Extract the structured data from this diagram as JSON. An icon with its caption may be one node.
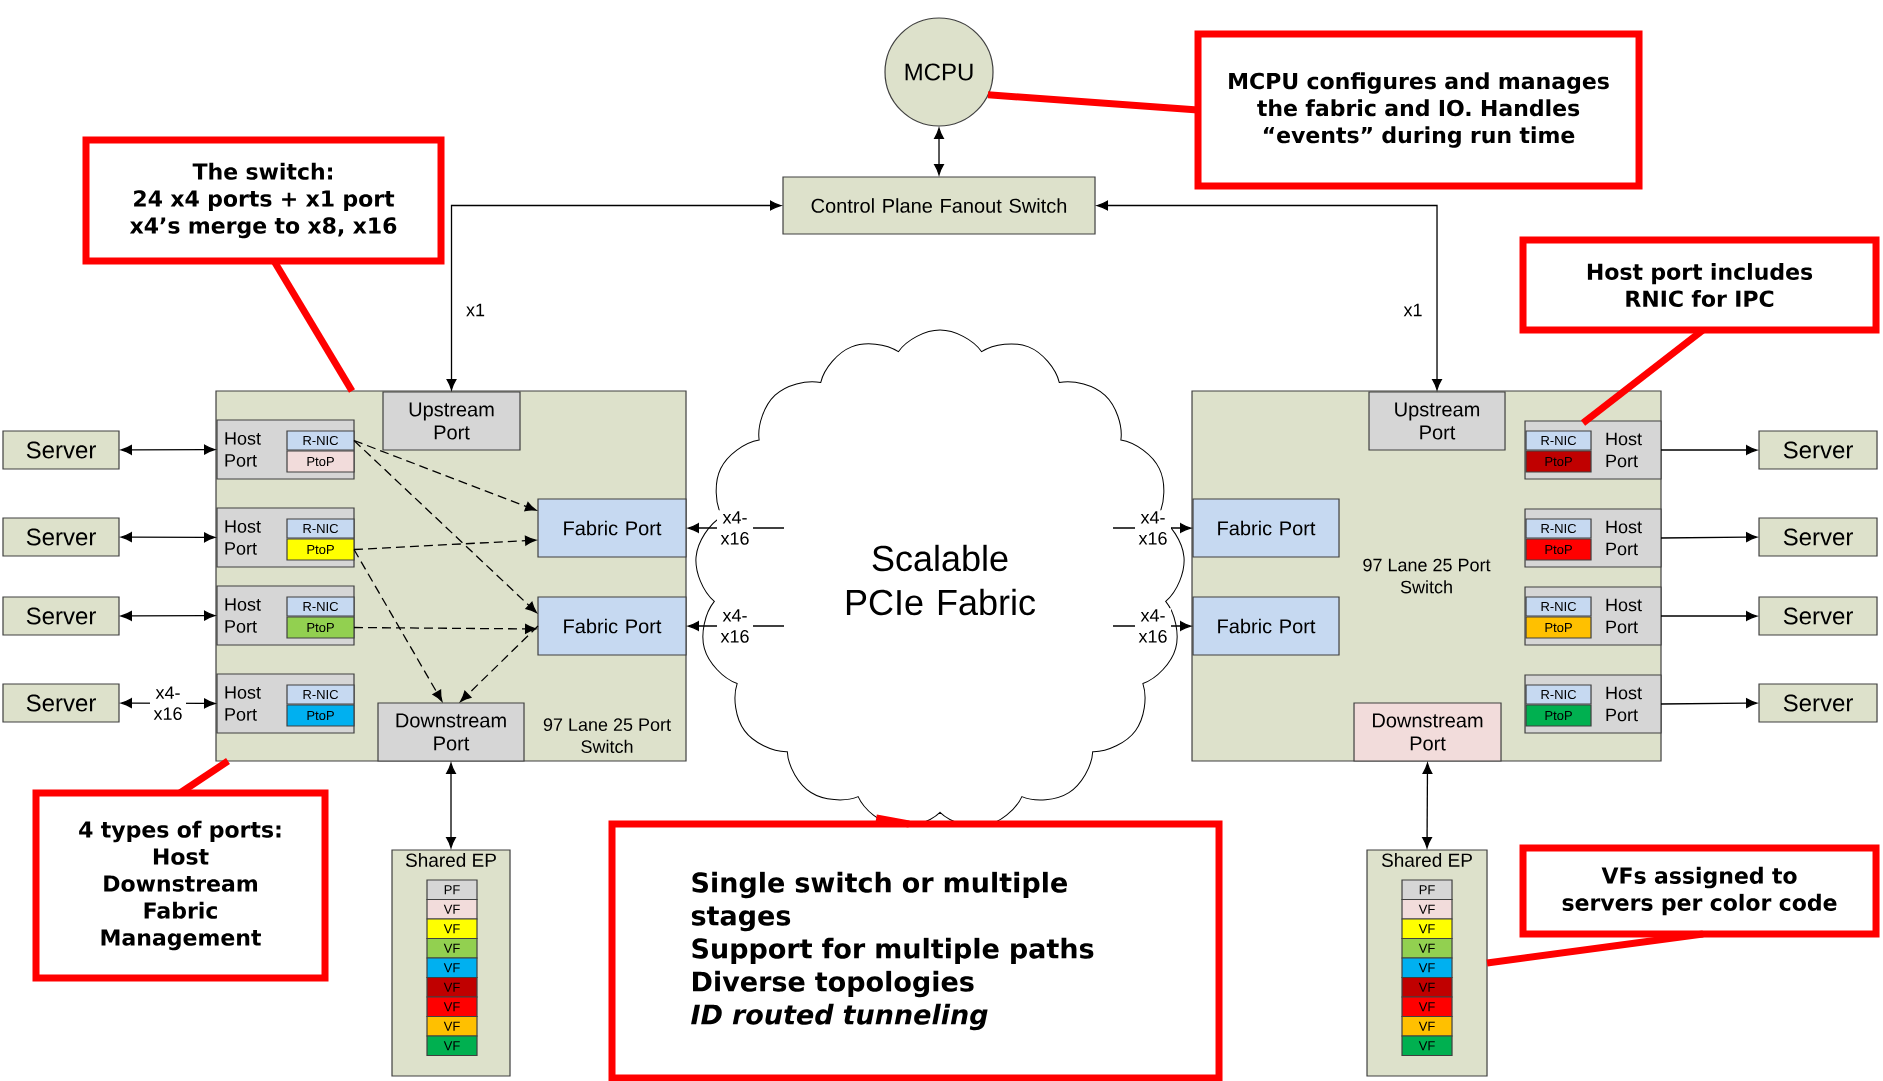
{
  "diagram": {
    "nodes": [
      {
        "text": [
          "MCPU"
        ]
      },
      {
        "text": [
          "MCPU configures and manages the fabric and IO. Handles “events” during run time"
        ]
      },
      {
        "text": [
          "Control Plane Fanout Switch"
        ]
      },
      {
        "text": [
          "The switch:",
          "24 x4 ports + x1 port",
          "x4’s merge to x8, x16"
        ]
      },
      {
        "text": [
          "Host port includes RNIC for IPC"
        ]
      },
      {
        "text": [
          "97 Lane 25 Port Switch"
        ]
      },
      {
        "text": [
          "Upstream Port"
        ],
        "in": 5
      },
      {
        "text": [
          "Host Port"
        ],
        "in": 5
      },
      {
        "text": [
          "R-NIC"
        ],
        "in": 7
      },
      {
        "text": [
          "PtoP"
        ],
        "in": 7
      },
      {
        "text": [
          "Host Port"
        ],
        "in": 5
      },
      {
        "text": [
          "R-NIC"
        ],
        "in": 10
      },
      {
        "text": [
          "PtoP"
        ],
        "in": 10
      },
      {
        "text": [
          "Host Port"
        ],
        "in": 5
      },
      {
        "text": [
          "R-NIC"
        ],
        "in": 13
      },
      {
        "text": [
          "PtoP"
        ],
        "in": 13
      },
      {
        "text": [
          "Host Port"
        ],
        "in": 5
      },
      {
        "text": [
          "R-NIC"
        ],
        "in": 16
      },
      {
        "text": [
          "PtoP"
        ],
        "in": 16
      },
      {
        "text": [
          "Fabric Port"
        ],
        "in": 5
      },
      {
        "text": [
          "Fabric Port"
        ],
        "in": 5
      },
      {
        "text": [
          "Downstream Port"
        ],
        "in": 5
      },
      {
        "text": [
          "Scalable PCIe Fabric"
        ]
      },
      {
        "text": [
          "97 Lane 25 Port Switch"
        ]
      },
      {
        "text": [
          "Upstream Port"
        ],
        "in": 23
      },
      {
        "text": [
          "Host Port"
        ],
        "in": 23
      },
      {
        "text": [
          "R-NIC"
        ],
        "in": 25
      },
      {
        "text": [
          "PtoP"
        ],
        "in": 25
      },
      {
        "text": [
          "Host Port"
        ],
        "in": 23
      },
      {
        "text": [
          "R-NIC"
        ],
        "in": 28
      },
      {
        "text": [
          "PtoP"
        ],
        "in": 28
      },
      {
        "text": [
          "Host Port"
        ],
        "in": 23
      },
      {
        "text": [
          "R-NIC"
        ],
        "in": 31
      },
      {
        "text": [
          "PtoP"
        ],
        "in": 31
      },
      {
        "text": [
          "Host Port"
        ],
        "in": 23
      },
      {
        "text": [
          "R-NIC"
        ],
        "in": 34
      },
      {
        "text": [
          "PtoP"
        ],
        "in": 34
      },
      {
        "text": [
          "Fabric Port"
        ],
        "in": 23
      },
      {
        "text": [
          "Fabric Port"
        ],
        "in": 23
      },
      {
        "text": [
          "Downstream Port"
        ],
        "in": 23
      },
      {
        "text": [
          "Server"
        ]
      },
      {
        "text": [
          "Server"
        ]
      },
      {
        "text": [
          "Server"
        ]
      },
      {
        "text": [
          "Server"
        ]
      },
      {
        "text": [
          "Server"
        ]
      },
      {
        "text": [
          "Server"
        ]
      },
      {
        "text": [
          "Server"
        ]
      },
      {
        "text": [
          "Server"
        ]
      },
      {
        "text": [
          "4 types of ports:",
          "Host",
          "Downstream",
          "Fabric",
          "Management"
        ]
      },
      {
        "text": [
          "Shared EP"
        ]
      },
      {
        "text": [
          "PF"
        ],
        "in": 49
      },
      {
        "text": [
          "VF"
        ],
        "in": 49
      },
      {
        "text": [
          "VF"
        ],
        "in": 49
      },
      {
        "text": [
          "VF"
        ],
        "in": 49
      },
      {
        "text": [
          "VF"
        ],
        "in": 49
      },
      {
        "text": [
          "VF"
        ],
        "in": 49
      },
      {
        "text": [
          "VF"
        ],
        "in": 49
      },
      {
        "text": [
          "VF"
        ],
        "in": 49
      },
      {
        "text": [
          "VF"
        ],
        "in": 49
      },
      {
        "text": [
          "Single switch or multiple stages",
          "Support for multiple paths",
          "Diverse topologies",
          "ID routed tunneling"
        ]
      },
      {
        "text": [
          "Shared EP"
        ]
      },
      {
        "text": [
          "PF"
        ],
        "in": 60
      },
      {
        "text": [
          "VF"
        ],
        "in": 60
      },
      {
        "text": [
          "VF"
        ],
        "in": 60
      },
      {
        "text": [
          "VF"
        ],
        "in": 60
      },
      {
        "text": [
          "VF"
        ],
        "in": 60
      },
      {
        "text": [
          "VF"
        ],
        "in": 60
      },
      {
        "text": [
          "VF"
        ],
        "in": 60
      },
      {
        "text": [
          "VF"
        ],
        "in": 60
      },
      {
        "text": [
          "VF"
        ],
        "in": 60
      },
      {
        "text": [
          "VFs assigned to servers per color code"
        ]
      }
    ],
    "edges": [
      {
        "from": 0,
        "to": 2,
        "arrow": "both"
      },
      {
        "from": 1,
        "to": 0,
        "arrow": "none",
        "style": "thick",
        "color": "#ff0000"
      },
      {
        "from": 2,
        "to": 6,
        "arrow": "both",
        "label": "x1"
      },
      {
        "from": 2,
        "to": 24,
        "arrow": "both",
        "label": "x1"
      },
      {
        "from": 3,
        "to": 5,
        "arrow": "none",
        "style": "thick",
        "color": "#ff0000"
      },
      {
        "from": 4,
        "to": 26,
        "arrow": "none",
        "style": "thick",
        "color": "#ff0000"
      },
      {
        "from": 40,
        "to": 7,
        "arrow": "both"
      },
      {
        "from": 41,
        "to": 10,
        "arrow": "both"
      },
      {
        "from": 42,
        "to": 13,
        "arrow": "both"
      },
      {
        "from": 43,
        "to": 16,
        "arrow": "both",
        "label": "x4- x16"
      },
      {
        "from": 22,
        "to": 19,
        "arrow": "to",
        "label": "x4- x16"
      },
      {
        "from": 22,
        "to": 20,
        "arrow": "to",
        "label": "x4- x16"
      },
      {
        "from": 8,
        "to": 19,
        "arrow": "to",
        "style": "dashed"
      },
      {
        "from": 8,
        "to": 20,
        "arrow": "to",
        "style": "dashed"
      },
      {
        "from": 12,
        "to": 19,
        "arrow": "to",
        "style": "dashed"
      },
      {
        "from": 12,
        "to": 21,
        "arrow": "to",
        "style": "dashed"
      },
      {
        "from": 15,
        "to": 20,
        "arrow": "to",
        "style": "dashed"
      },
      {
        "from": 20,
        "to": 21,
        "arrow": "to",
        "style": "dashed"
      },
      {
        "from": 21,
        "to": 49,
        "arrow": "both"
      },
      {
        "from": 22,
        "to": 37,
        "arrow": "to",
        "label": "x4- x16"
      },
      {
        "from": 22,
        "to": 38,
        "arrow": "to",
        "label": "x4- x16"
      },
      {
        "from": 25,
        "to": 44,
        "arrow": "to"
      },
      {
        "from": 28,
        "to": 45,
        "arrow": "to"
      },
      {
        "from": 31,
        "to": 46,
        "arrow": "to"
      },
      {
        "from": 34,
        "to": 47,
        "arrow": "to"
      },
      {
        "from": 39,
        "to": 60,
        "arrow": "both"
      },
      {
        "from": 48,
        "to": 5,
        "arrow": "none",
        "style": "thick",
        "color": "#ff0000"
      },
      {
        "from": 59,
        "to": 22,
        "arrow": "none",
        "style": "thick",
        "color": "#ff0000"
      },
      {
        "from": 70,
        "to": 60,
        "arrow": "none",
        "style": "thick",
        "color": "#ff0000"
      }
    ]
  }
}
